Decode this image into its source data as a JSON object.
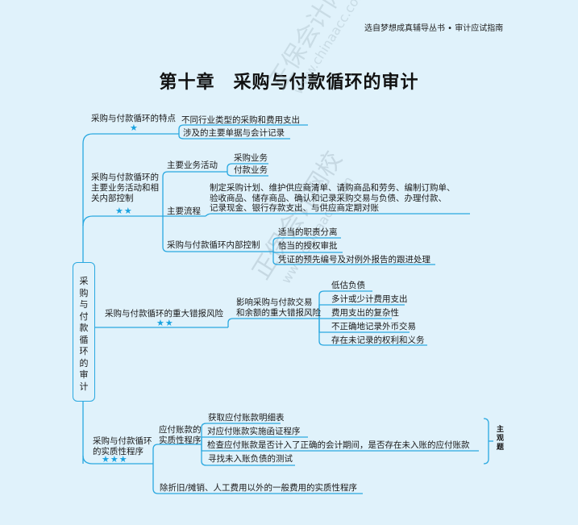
{
  "header": {
    "series": "选自梦想成真辅导丛书 • 审计应试指南"
  },
  "title": "第十章　采购与付款循环的审计",
  "watermark": {
    "brand": "正保会计网校",
    "url": "www.chinaacc.com"
  },
  "root": "采购与付款循环的审计",
  "branches": {
    "features": {
      "label": "采购与付款循环的特点",
      "stars": "★",
      "items": [
        "不同行业类型的采购和费用支出",
        "涉及的主要单据与会计记录"
      ]
    },
    "activities": {
      "label": "采购与付款循环的\n主要业务活动和相\n关内部控制",
      "stars": "★★",
      "main_activities": {
        "label": "主要业务活动",
        "items": [
          "采购业务",
          "付款业务"
        ]
      },
      "main_process": {
        "label": "主要流程",
        "text": "制定采购计划、维护供应商清单、请购商品和劳务、编制订购单、\n验收商品、储存商品、确认和记录采购交易与负债、办理付款、\n记录现金、银行存款支出、与供应商定期对账"
      },
      "internal_control": {
        "label": "采购与付款循环内部控制",
        "items": [
          "适当的职责分离",
          "恰当的授权审批",
          "凭证的预先编号及对例外报告的跟进处理"
        ]
      }
    },
    "risks": {
      "label": "采购与付款循环的重大错报风险",
      "stars": "★★",
      "sub": {
        "label": "影响采购与付款交易\n和余额的重大错报风险",
        "items": [
          "低估负债",
          "多计或少计费用支出",
          "费用支出的复杂性",
          "不正确地记录外币交易",
          "存在未记录的权利和义务"
        ]
      }
    },
    "procedures": {
      "label": "采购与付款循环\n的实质性程序",
      "stars": "★★★",
      "payables": {
        "label": "应付账款的\n实质性程序",
        "items": [
          "获取应付账款明细表",
          "对应付账款实施函证程序",
          "检查应付账款是否计入了正确的会计期间，是否存在未入账的应付账款",
          "寻找未入账负债的测试"
        ],
        "tag": "主观题"
      },
      "general_expense": "除折旧/摊销、人工费用以外的一般费用的实质性程序"
    }
  },
  "colors": {
    "background": "#e0f2fb",
    "line": "#29a8e0",
    "star": "#1aa3e0"
  }
}
